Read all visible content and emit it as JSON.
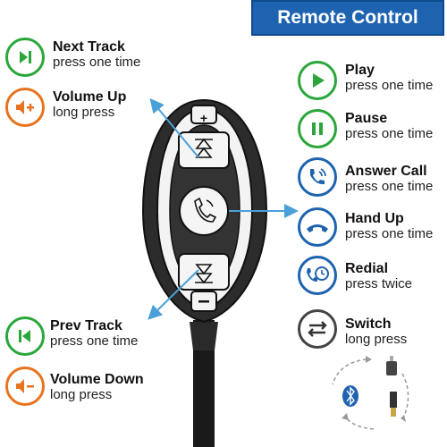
{
  "title": "Remote Control",
  "left_items": [
    {
      "title": "Next Track",
      "sub": "press one time",
      "icon": "next-track-icon",
      "color": "#2aa63a"
    },
    {
      "title": "Volume Up",
      "sub": "long press",
      "icon": "volume-up-icon",
      "color": "#e8731f"
    },
    {
      "title": "Prev Track",
      "sub": "press one time",
      "icon": "prev-track-icon",
      "color": "#2aa63a"
    },
    {
      "title": "Volume Down",
      "sub": "long press",
      "icon": "volume-down-icon",
      "color": "#e8731f"
    }
  ],
  "right_items": [
    {
      "title": "Play",
      "sub": "press one time",
      "icon": "play-icon",
      "color": "#2aa63a"
    },
    {
      "title": "Pause",
      "sub": "press one time",
      "icon": "pause-icon",
      "color": "#2aa63a"
    },
    {
      "title": "Answer Call",
      "sub": "press one time",
      "icon": "answer-call-icon",
      "color": "#1e63b0"
    },
    {
      "title": "Hand Up",
      "sub": "press one time",
      "icon": "hang-up-icon",
      "color": "#1e63b0"
    },
    {
      "title": "Redial",
      "sub": "press twice",
      "icon": "redial-icon",
      "color": "#1e63b0"
    },
    {
      "title": "Switch",
      "sub": "long press",
      "icon": "switch-icon",
      "color": "#444444"
    }
  ],
  "arrow_color": "#4aa0d8"
}
